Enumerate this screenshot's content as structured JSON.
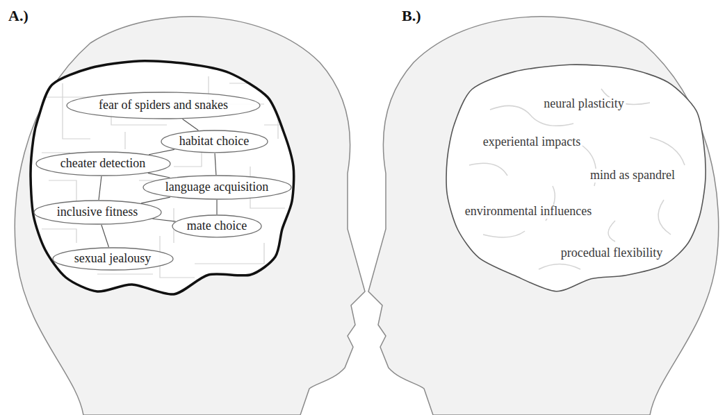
{
  "diagram": {
    "nodes": [
      {
        "text": [
          "fear of spiders and snakes"
        ]
      },
      {
        "text": [
          "habitat choice"
        ]
      },
      {
        "text": [
          "cheater detection"
        ]
      },
      {
        "text": [
          "language acquisition"
        ]
      },
      {
        "text": [
          "inclusive fitness"
        ]
      },
      {
        "text": [
          "mate choice"
        ]
      },
      {
        "text": [
          "sexual jealousy"
        ]
      },
      {
        "text": [
          "neural plasticity",
          "experiental impacts",
          "mind as spandrel",
          "environmental influences",
          "procedual flexibility"
        ]
      }
    ],
    "edges": [
      {
        "from": 0,
        "to": 1,
        "arrow": "none"
      },
      {
        "from": 1,
        "to": 2,
        "arrow": "none"
      },
      {
        "from": 1,
        "to": 3,
        "arrow": "none"
      },
      {
        "from": 2,
        "to": 3,
        "arrow": "none"
      },
      {
        "from": 2,
        "to": 4,
        "arrow": "none"
      },
      {
        "from": 3,
        "to": 5,
        "arrow": "none"
      },
      {
        "from": 4,
        "to": 3,
        "arrow": "none"
      },
      {
        "from": 4,
        "to": 5,
        "arrow": "none"
      },
      {
        "from": 4,
        "to": 6,
        "arrow": "none"
      }
    ],
    "labels": [
      "A.)",
      "B.)"
    ]
  }
}
